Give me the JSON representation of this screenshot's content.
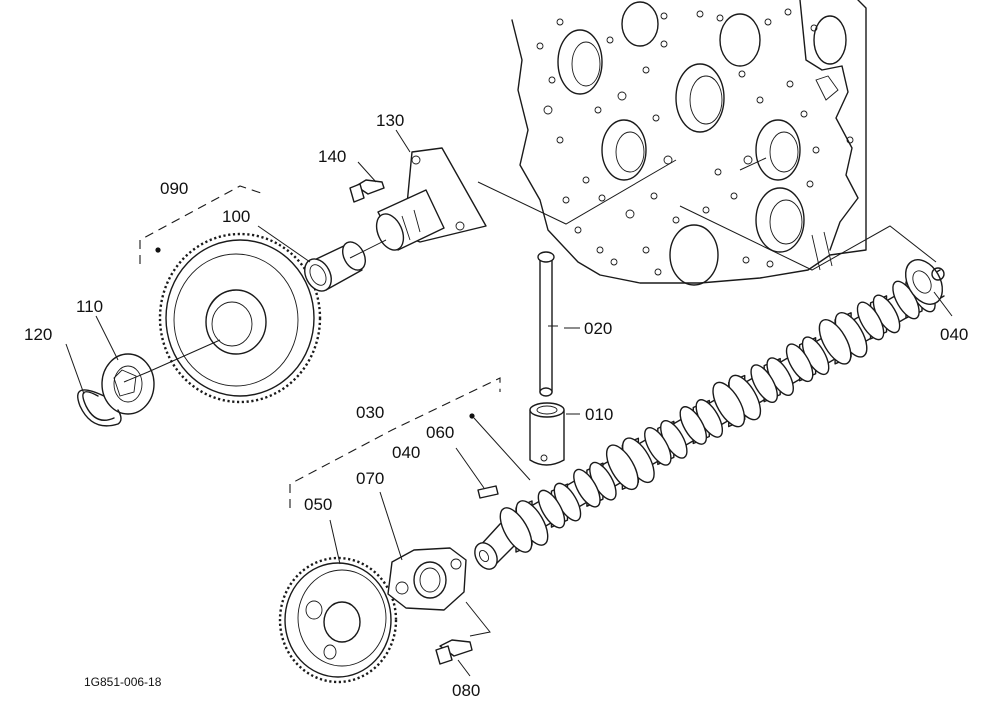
{
  "diagram": {
    "drawing_code": "1G851-006-18",
    "callouts": [
      {
        "id": "010",
        "text": "010"
      },
      {
        "id": "020",
        "text": "020"
      },
      {
        "id": "030",
        "text": "030"
      },
      {
        "id": "040a",
        "text": "040"
      },
      {
        "id": "040b",
        "text": "040"
      },
      {
        "id": "050",
        "text": "050"
      },
      {
        "id": "060",
        "text": "060"
      },
      {
        "id": "070",
        "text": "070"
      },
      {
        "id": "080",
        "text": "080"
      },
      {
        "id": "090",
        "text": "090"
      },
      {
        "id": "100",
        "text": "100"
      },
      {
        "id": "110",
        "text": "110"
      },
      {
        "id": "120",
        "text": "120"
      },
      {
        "id": "130",
        "text": "130"
      },
      {
        "id": "140",
        "text": "140"
      }
    ]
  }
}
